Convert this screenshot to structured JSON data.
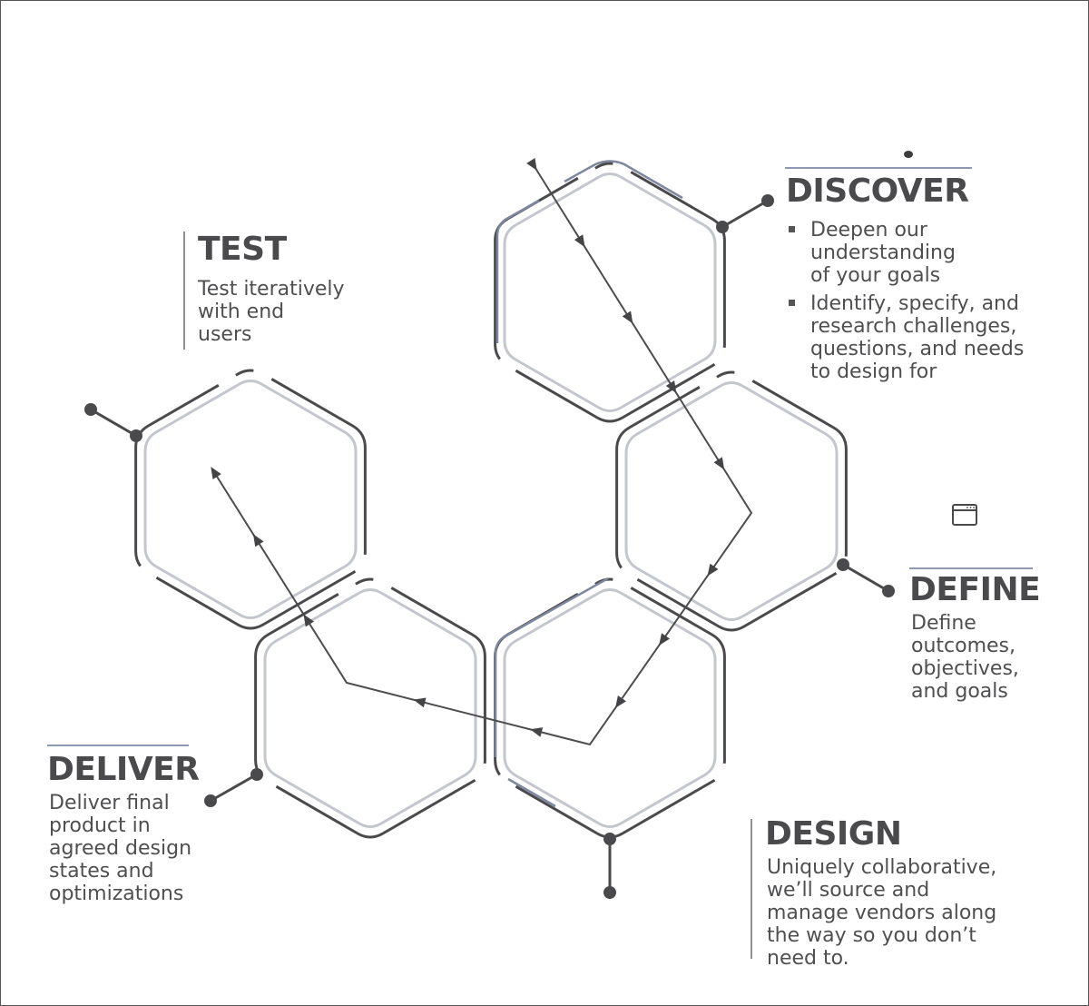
{
  "stages": {
    "discover": {
      "title": "DISCOVER",
      "bullets": [
        [
          "Deepen our",
          "understanding",
          "of your goals"
        ],
        [
          "Identify, specify, and",
          "research challenges,",
          "questions, and needs",
          "to design for"
        ]
      ]
    },
    "define": {
      "title": "DEFINE",
      "lines": [
        "Define",
        "outcomes,",
        "objectives,",
        "and goals"
      ]
    },
    "design": {
      "title": "DESIGN",
      "lines": [
        "Uniquely collaborative,",
        "we’ll source and",
        "manage vendors along",
        "the way so you don’t",
        "need to."
      ]
    },
    "deliver": {
      "title": "DELIVER",
      "lines": [
        "Deliver final",
        "product in",
        "agreed design",
        "states and",
        "optimizations"
      ]
    },
    "test": {
      "title": "TEST",
      "lines": [
        "Test iteratively",
        "with end",
        "users"
      ]
    }
  },
  "icons": [
    "browser-window-icon"
  ],
  "colors": {
    "outer_stroke": "#4a4a4c",
    "inner_stroke": "#c3c6cc",
    "accent_stroke": "#7d879f",
    "text": "#4f4f51"
  }
}
